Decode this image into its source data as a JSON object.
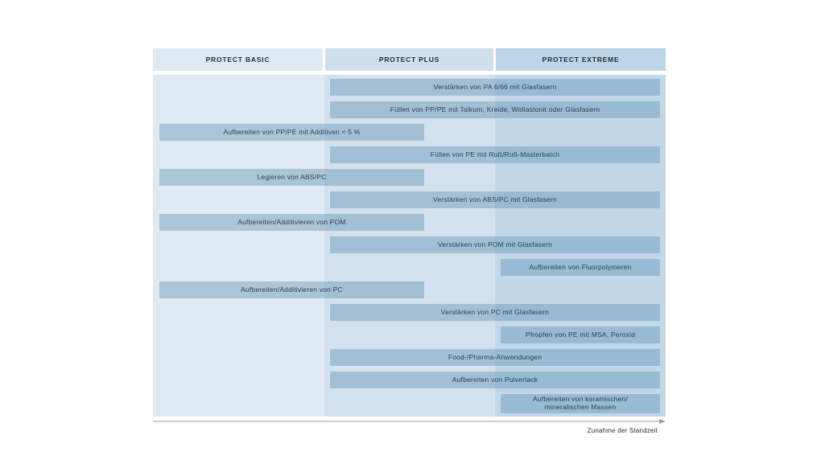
{
  "chart_data": {
    "type": "bar",
    "orientation": "horizontal",
    "title": "",
    "xlabel": "Zunahme der Standzeit",
    "columns": [
      "PROTECT BASIC",
      "PROTECT PLUS",
      "PROTECT EXTREME"
    ],
    "legend": false,
    "bars": [
      {
        "label": "Verstärken von PA 6/66 mit Glasfasern",
        "span": "plus-to-extreme",
        "start_column": "PROTECT PLUS",
        "end_column": "PROTECT EXTREME"
      },
      {
        "label": "Füllen von PP/PE mit Talkum, Kreide, Wollastonit oder Glasfasern",
        "span": "plus-to-extreme",
        "start_column": "PROTECT PLUS",
        "end_column": "PROTECT EXTREME"
      },
      {
        "label": "Aufbereiten von PP/PE mit Additiven < 5 %",
        "span": "basic-to-mid-plus",
        "start_column": "PROTECT BASIC",
        "end_column": "PROTECT PLUS"
      },
      {
        "label": "Füllen von PE mit Ruß/Ruß-Masterbatch",
        "span": "plus-to-extreme",
        "start_column": "PROTECT PLUS",
        "end_column": "PROTECT EXTREME"
      },
      {
        "label": "Legieren von ABS/PC",
        "span": "basic-to-mid-plus",
        "start_column": "PROTECT BASIC",
        "end_column": "PROTECT PLUS"
      },
      {
        "label": "Verstärken von ABS/PC mit Glasfasern",
        "span": "plus-to-extreme",
        "start_column": "PROTECT PLUS",
        "end_column": "PROTECT EXTREME"
      },
      {
        "label": "Aufbereiten/Additivieren von POM",
        "span": "basic-to-mid-plus",
        "start_column": "PROTECT BASIC",
        "end_column": "PROTECT PLUS"
      },
      {
        "label": "Verstärken von POM mit Glasfasern",
        "span": "plus-to-extreme",
        "start_column": "PROTECT PLUS",
        "end_column": "PROTECT EXTREME"
      },
      {
        "label": "Aufbereiten von Fluorpolymeren",
        "span": "extreme-only",
        "start_column": "PROTECT EXTREME",
        "end_column": "PROTECT EXTREME"
      },
      {
        "label": "Aufbereiten/Additivieren von PC",
        "span": "basic-to-mid-plus",
        "start_column": "PROTECT BASIC",
        "end_column": "PROTECT PLUS"
      },
      {
        "label": "Verstärken von PC mit Glasfasern",
        "span": "plus-to-extreme",
        "start_column": "PROTECT PLUS",
        "end_column": "PROTECT EXTREME"
      },
      {
        "label": "Pfropfen von PE mit MSA, Peroxid",
        "span": "extreme-only",
        "start_column": "PROTECT EXTREME",
        "end_column": "PROTECT EXTREME"
      },
      {
        "label": "Food-/Pharma-Anwendungen",
        "span": "plus-to-extreme",
        "start_column": "PROTECT PLUS",
        "end_column": "PROTECT EXTREME"
      },
      {
        "label": "Aufbereiten von Pulverlack",
        "span": "plus-to-extreme",
        "start_column": "PROTECT PLUS",
        "end_column": "PROTECT EXTREME"
      },
      {
        "label": "Aufbereiten von keramischen/\nmineralischen Massen",
        "span": "extreme-only",
        "start_column": "PROTECT EXTREME",
        "end_column": "PROTECT EXTREME"
      }
    ]
  },
  "colors": {
    "column_basic_bg": "#dfe9f2",
    "column_plus_bg": "#d2e1ed",
    "column_extreme_bg": "#c2d8e8",
    "bar_fill": "rgba(70,130,168,0.34)",
    "header_text": "#1e2d3a",
    "bar_text": "#2c3e4e",
    "axis_line": "#97a1ab"
  }
}
